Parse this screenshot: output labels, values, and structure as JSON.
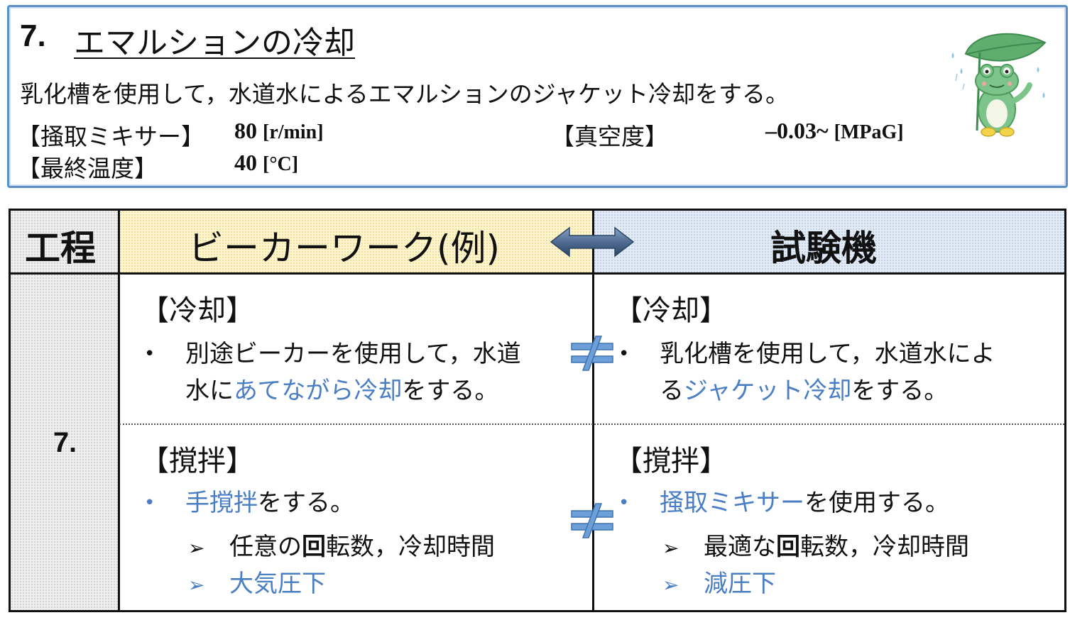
{
  "header": {
    "section_number": "7.",
    "title": "エマルションの冷却",
    "description": "乳化槽を使用して，水道水によるエマルションのジャケット冷却をする。",
    "params": {
      "mixer_label": "【掻取ミキサー】",
      "mixer_value": "80",
      "mixer_unit": "[r/min]",
      "vacuum_label": "【真空度】",
      "vacuum_value": "–0.03~",
      "vacuum_unit": "[MPaG]",
      "temp_label": "【最終温度】",
      "temp_value": "40",
      "temp_unit": "[°C]"
    }
  },
  "table": {
    "col_process": "工程",
    "col_beaker": "ビーカーワーク(例)",
    "col_tester": "試験機",
    "step_label": "7.",
    "beaker": {
      "cooling_heading": "【冷却】",
      "cooling_bullet": {
        "line1": "別途ビーカーを使用して，水道",
        "line2_plain": "水に",
        "line2_highlight": "あてながら冷却",
        "line2_tail": "をする。"
      },
      "stirring_heading": "【撹拌】",
      "stirring_bullet": {
        "highlight": "手撹拌",
        "tail": "をする。"
      },
      "sub_items": [
        {
          "text_pre": "任意の",
          "text_bold": "回",
          "text_post": "転数，冷却時間",
          "highlight": false
        },
        {
          "text_pre": "大気圧下",
          "text_bold": "",
          "text_post": "",
          "highlight": true
        }
      ]
    },
    "tester": {
      "cooling_heading": "【冷却】",
      "cooling_bullet": {
        "line1": "乳化槽を使用して，水道水によ",
        "line2_plain": "る",
        "line2_highlight": "ジャケット冷却",
        "line2_tail": "をする。"
      },
      "stirring_heading": "【撹拌】",
      "stirring_bullet": {
        "highlight": "掻取ミキサー",
        "tail": "を使用する。"
      },
      "sub_items": [
        {
          "text_pre": "最適な",
          "text_bold": "回",
          "text_post": "転数，冷却時間",
          "highlight": false
        },
        {
          "text_pre": "減圧下",
          "text_bold": "",
          "text_post": "",
          "highlight": true
        }
      ]
    }
  },
  "colors": {
    "header_border": "#5b8fc7",
    "highlight_blue": "#4a7ec4",
    "beaker_header_bg": "#fff6cf",
    "tester_header_bg": "#e3ebf6",
    "process_bg": "#efefef"
  },
  "icons": {
    "bidirectional_arrow": "double-arrow-icon",
    "not_equal": "not-equal-icon",
    "mascot": "frog-with-leaf-umbrella-illustration"
  }
}
